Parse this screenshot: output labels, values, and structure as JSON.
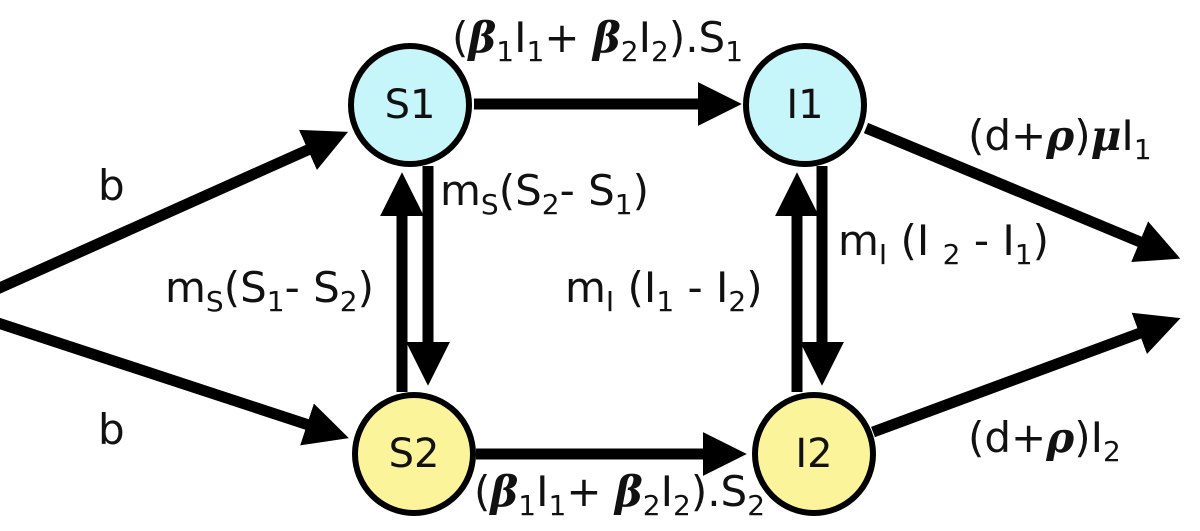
{
  "nodes": [
    {
      "id": "S1",
      "label": "S1",
      "color": "#c6f6fa"
    },
    {
      "id": "I1",
      "label": "I1",
      "color": "#c6f6fa"
    },
    {
      "id": "S2",
      "label": "S2",
      "color": "#fbf49a"
    },
    {
      "id": "I2",
      "label": "I2",
      "color": "#fbf49a"
    }
  ],
  "edge_labels": {
    "b_top": "b",
    "b_bottom": "b",
    "infection_top": "(β1I1+ β2I2).S1",
    "infection_bottom": "(β1I1+ β2I2).S2",
    "mig_s_down": "mS(S2- S1)",
    "mig_s_up": "mS(S1- S2)",
    "mig_i_up": "mI (I1 - I2)",
    "mig_i_down": "mI (I 2 - I1)",
    "death_i1": "(d+ρ)μI1",
    "death_i2": "(d+ρ)I2"
  },
  "text": {
    "b": "b",
    "beta": "β",
    "rho": "ρ",
    "mu": "μ",
    "I": "I",
    "S": "S",
    "m": "m",
    "d_plus": "(d+",
    "one": "1",
    "two": "2",
    "dot_S": ").S",
    "plus": "+ ",
    "open": "(",
    "close": ")",
    "minus_S": "- S",
    "minus_I": " - I",
    "paren_I": " (I",
    "mI_sub": "I",
    "mS_sub": "S",
    "i_space": " (I ",
    "close_paren": ")"
  },
  "colors": {
    "stroke": "#000000",
    "blue_node": "#c6f6fa",
    "yellow_node": "#fbf49a"
  }
}
